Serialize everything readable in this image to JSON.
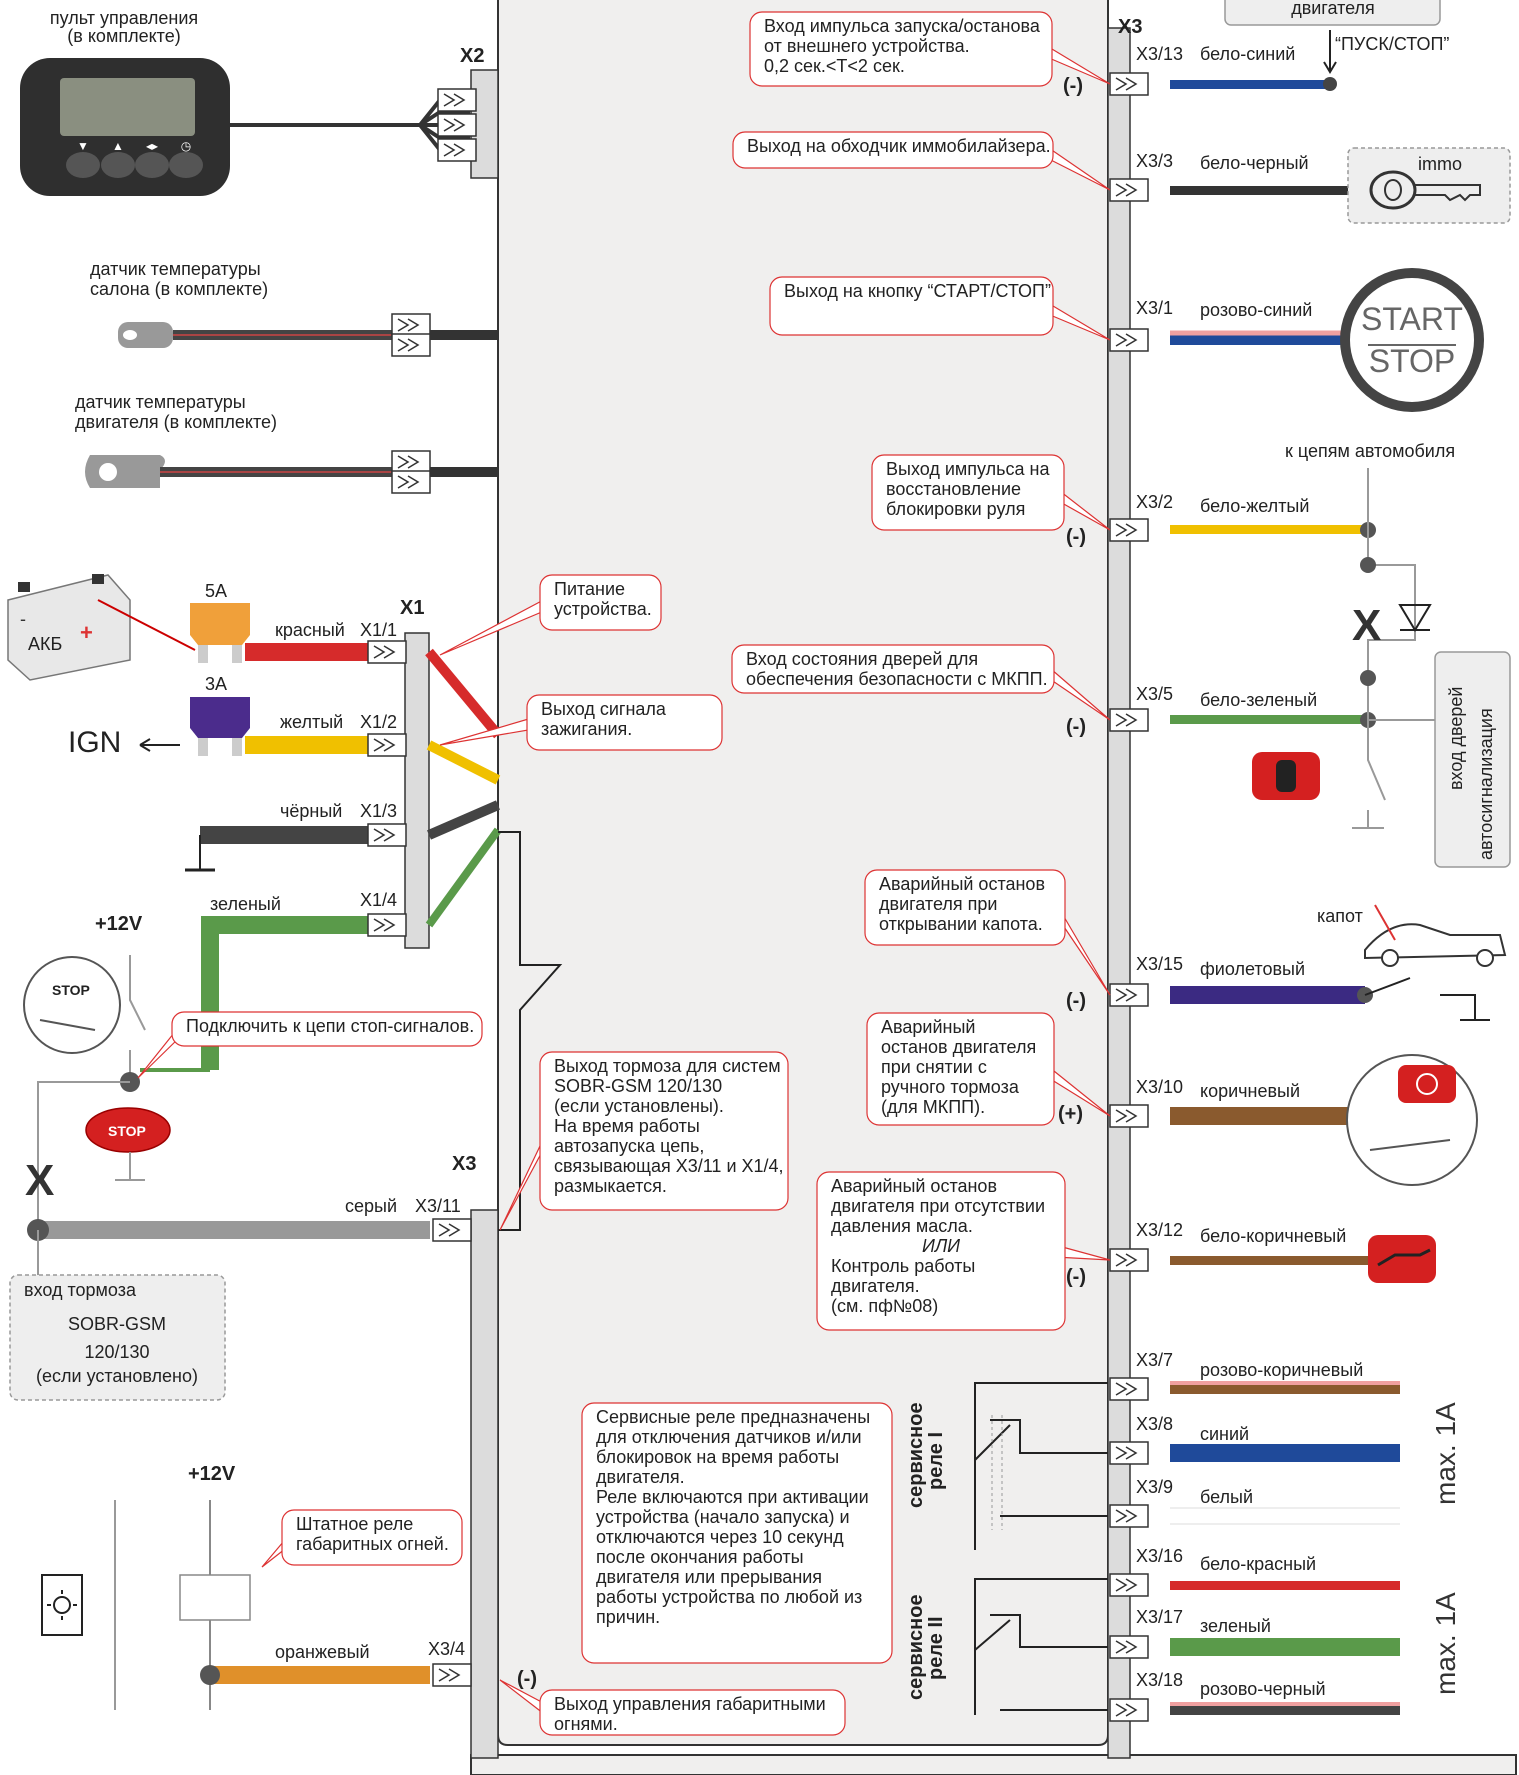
{
  "remote": {
    "label_line1": "пульт управления",
    "label_line2": "(в комплекте)"
  },
  "connectors": {
    "x1": "X1",
    "x2": "X2",
    "x3_top": "X3",
    "x3_bottom": "X3"
  },
  "sensors": {
    "cabin_line1": "датчик температуры",
    "cabin_line2": "салона (в комплекте)",
    "engine_line1": "датчик температуры",
    "engine_line2": "двигателя (в комплекте)"
  },
  "power": {
    "battery": "АКБ",
    "fuse1": "5A",
    "fuse2": "3A",
    "ign": "IGN",
    "plus12_top": "+12V",
    "plus12_bottom": "+12V",
    "stop_btn": "STOP",
    "stop_lamp": "STOP",
    "cross_left": "X",
    "cross_right": "X"
  },
  "x1_pins": [
    {
      "pin": "X1/1",
      "color": "красный",
      "hex": "#d62b2b"
    },
    {
      "pin": "X1/2",
      "color": "желтый",
      "hex": "#f0c000"
    },
    {
      "pin": "X1/3",
      "color": "чёрный",
      "hex": "#444444"
    },
    {
      "pin": "X1/4",
      "color": "зеленый",
      "hex": "#5a9a4a"
    }
  ],
  "brake": {
    "wire_color": "серый",
    "pin": "X3/11",
    "box_line1": "вход тормоза",
    "box_line2": "SOBR-GSM",
    "box_line3": "120/130",
    "box_line4": "(если установлено)"
  },
  "parking": {
    "wire_color": "оранжевый",
    "pin": "X3/4",
    "polarity": "(-)"
  },
  "x3_pins": [
    {
      "pin": "X3/13",
      "color": "бело-синий",
      "polarity": "(-)"
    },
    {
      "pin": "X3/3",
      "color": "бело-черный",
      "polarity": ""
    },
    {
      "pin": "X3/1",
      "color": "розово-синий",
      "polarity": ""
    },
    {
      "pin": "X3/2",
      "color": "бело-желтый",
      "polarity": "(-)"
    },
    {
      "pin": "X3/5",
      "color": "бело-зеленый",
      "polarity": "(-)"
    },
    {
      "pin": "X3/15",
      "color": "фиолетовый",
      "polarity": "(-)"
    },
    {
      "pin": "X3/10",
      "color": "коричневый",
      "polarity": "(+)"
    },
    {
      "pin": "X3/12",
      "color": "бело-коричневый",
      "polarity": "(-)"
    },
    {
      "pin": "X3/7",
      "color": "розово-коричневый",
      "polarity": ""
    },
    {
      "pin": "X3/8",
      "color": "синий",
      "polarity": ""
    },
    {
      "pin": "X3/9",
      "color": "белый",
      "polarity": ""
    },
    {
      "pin": "X3/16",
      "color": "бело-красный",
      "polarity": ""
    },
    {
      "pin": "X3/17",
      "color": "зеленый",
      "polarity": ""
    },
    {
      "pin": "X3/18",
      "color": "розово-черный",
      "polarity": ""
    }
  ],
  "right_labels": {
    "engine_box": "двигателя",
    "start_stop_quote": "“ПУСК/СТОП”",
    "immo": "immo",
    "start": "START",
    "stop": "STOP",
    "car_circuits": "к цепям автомобиля",
    "alarm_line1": "вход дверей",
    "alarm_line2": "автосигнализация",
    "hood": "капот",
    "relay1_line1": "сервисное",
    "relay1_line2": "реле I",
    "relay2_line1": "сервисное",
    "relay2_line2": "реле II",
    "max1": "max. 1A",
    "max2": "max. 1A"
  },
  "callouts": {
    "c1": [
      "Вход импульса запуска/останова",
      "от внешнего устройства.",
      "0,2 сек.<T<2 сек."
    ],
    "c2": [
      "Выход на обходчик иммобилайзера."
    ],
    "c3": [
      "Выход на кнопку “СТАРТ/СТОП”"
    ],
    "c4": [
      "Выход импульса на",
      "восстановление",
      "блокировки руля"
    ],
    "c5": [
      "Питание",
      "устройства."
    ],
    "c6": [
      "Вход состояния дверей для",
      "обеспечения безопасности с МКПП."
    ],
    "c7": [
      "Выход сигнала",
      "зажигания."
    ],
    "c8": [
      "Аварийный останов",
      "двигателя при",
      "открывании капота."
    ],
    "c9": [
      "Подключить к цепи стоп-сигналов."
    ],
    "c10": [
      "Аварийный",
      "останов двигателя",
      "при снятии с",
      "ручного тормоза",
      "(для МКПП)."
    ],
    "c11": [
      "Выход тормоза для систем",
      "SOBR-GSM 120/130",
      "(если установлены).",
      "На время работы",
      "автозапуска цепь,",
      "связывающая X3/11 и X1/4,",
      "размыкается."
    ],
    "c12": [
      "Аварийный останов",
      "двигателя при отсутствии",
      "давления масла.",
      "ИЛИ",
      "Контроль работы",
      "двигателя.",
      "(см. пф№08)"
    ],
    "c13": [
      "Сервисные реле предназначены",
      "для отключения датчиков и/или",
      "блокировок на время работы",
      "двигателя.",
      "Реле включаются при активации",
      "устройства (начало запуска) и",
      "отключаются через 10 секунд",
      "после окончания работы",
      "двигателя или прерывания",
      "работы устройства по любой из",
      "причин."
    ],
    "c14": [
      "Штатное реле",
      "габаритных огней."
    ],
    "c15": [
      "Выход управления габаритными",
      "огнями."
    ]
  }
}
